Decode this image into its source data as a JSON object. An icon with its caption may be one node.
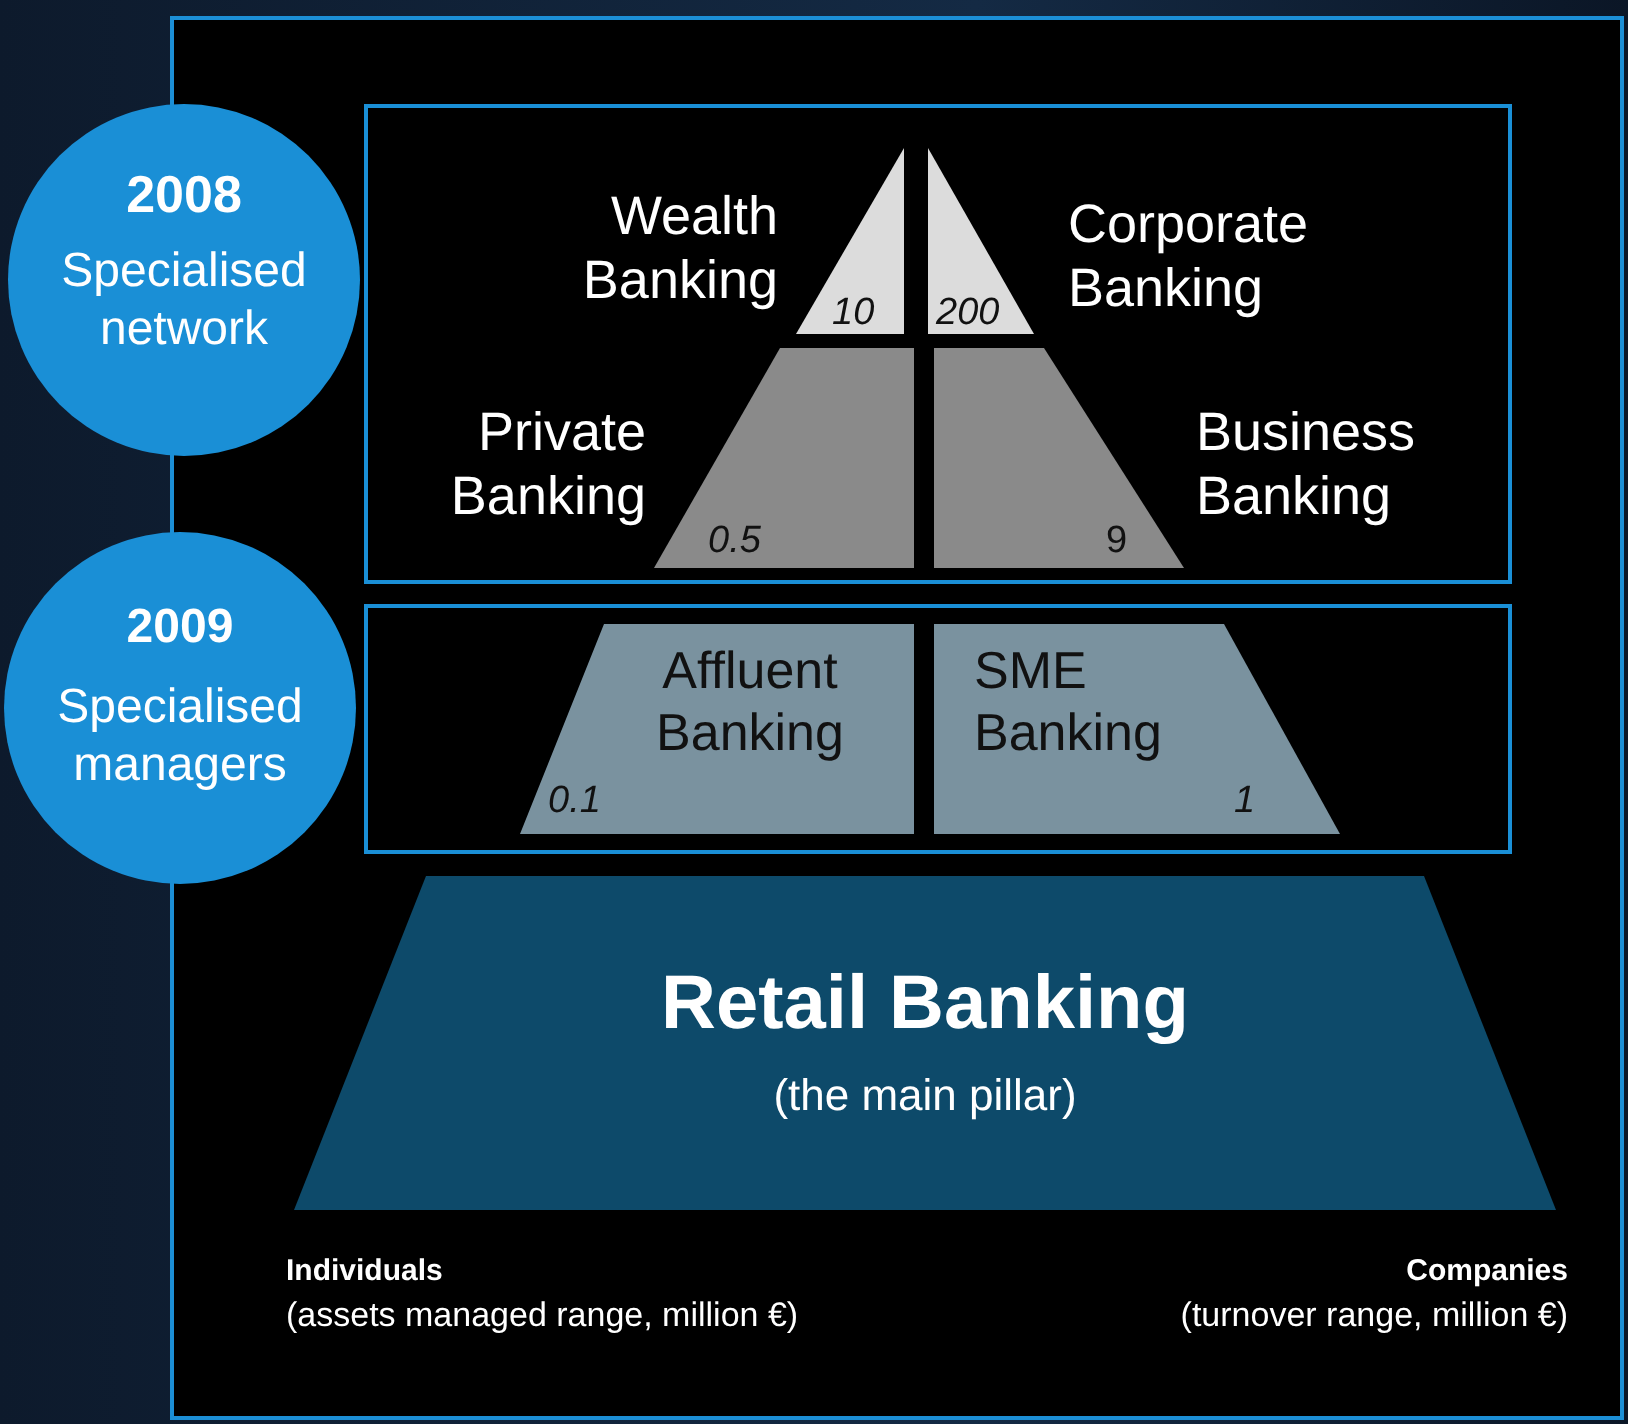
{
  "diagram": {
    "nodes": [
      {
        "text": [
          "2008",
          "Specialised network"
        ]
      },
      {
        "text": [],
        "shape": "box"
      },
      {
        "text": [
          "10"
        ],
        "beside": [
          "Wealth Banking"
        ],
        "in": 1
      },
      {
        "text": [
          "200"
        ],
        "beside": [
          "Corporate Banking"
        ],
        "in": 1
      },
      {
        "text": [
          "0.5"
        ],
        "beside": [
          "Private Banking"
        ],
        "in": 1
      },
      {
        "text": [
          "9"
        ],
        "beside": [
          "Business Banking"
        ],
        "in": 1
      },
      {
        "text": [
          "2009",
          "Specialised managers"
        ]
      },
      {
        "text": [],
        "shape": "box"
      },
      {
        "text": [
          "Affluent Banking",
          "0.1"
        ],
        "in": 7
      },
      {
        "text": [
          "SME Banking",
          "1"
        ],
        "in": 7
      },
      {
        "text": [
          "Retail Banking",
          "(the main pillar)"
        ]
      }
    ],
    "labels": [
      "Individuals",
      "(assets managed range, million €)",
      "Companies",
      "(turnover range, million €)"
    ]
  }
}
